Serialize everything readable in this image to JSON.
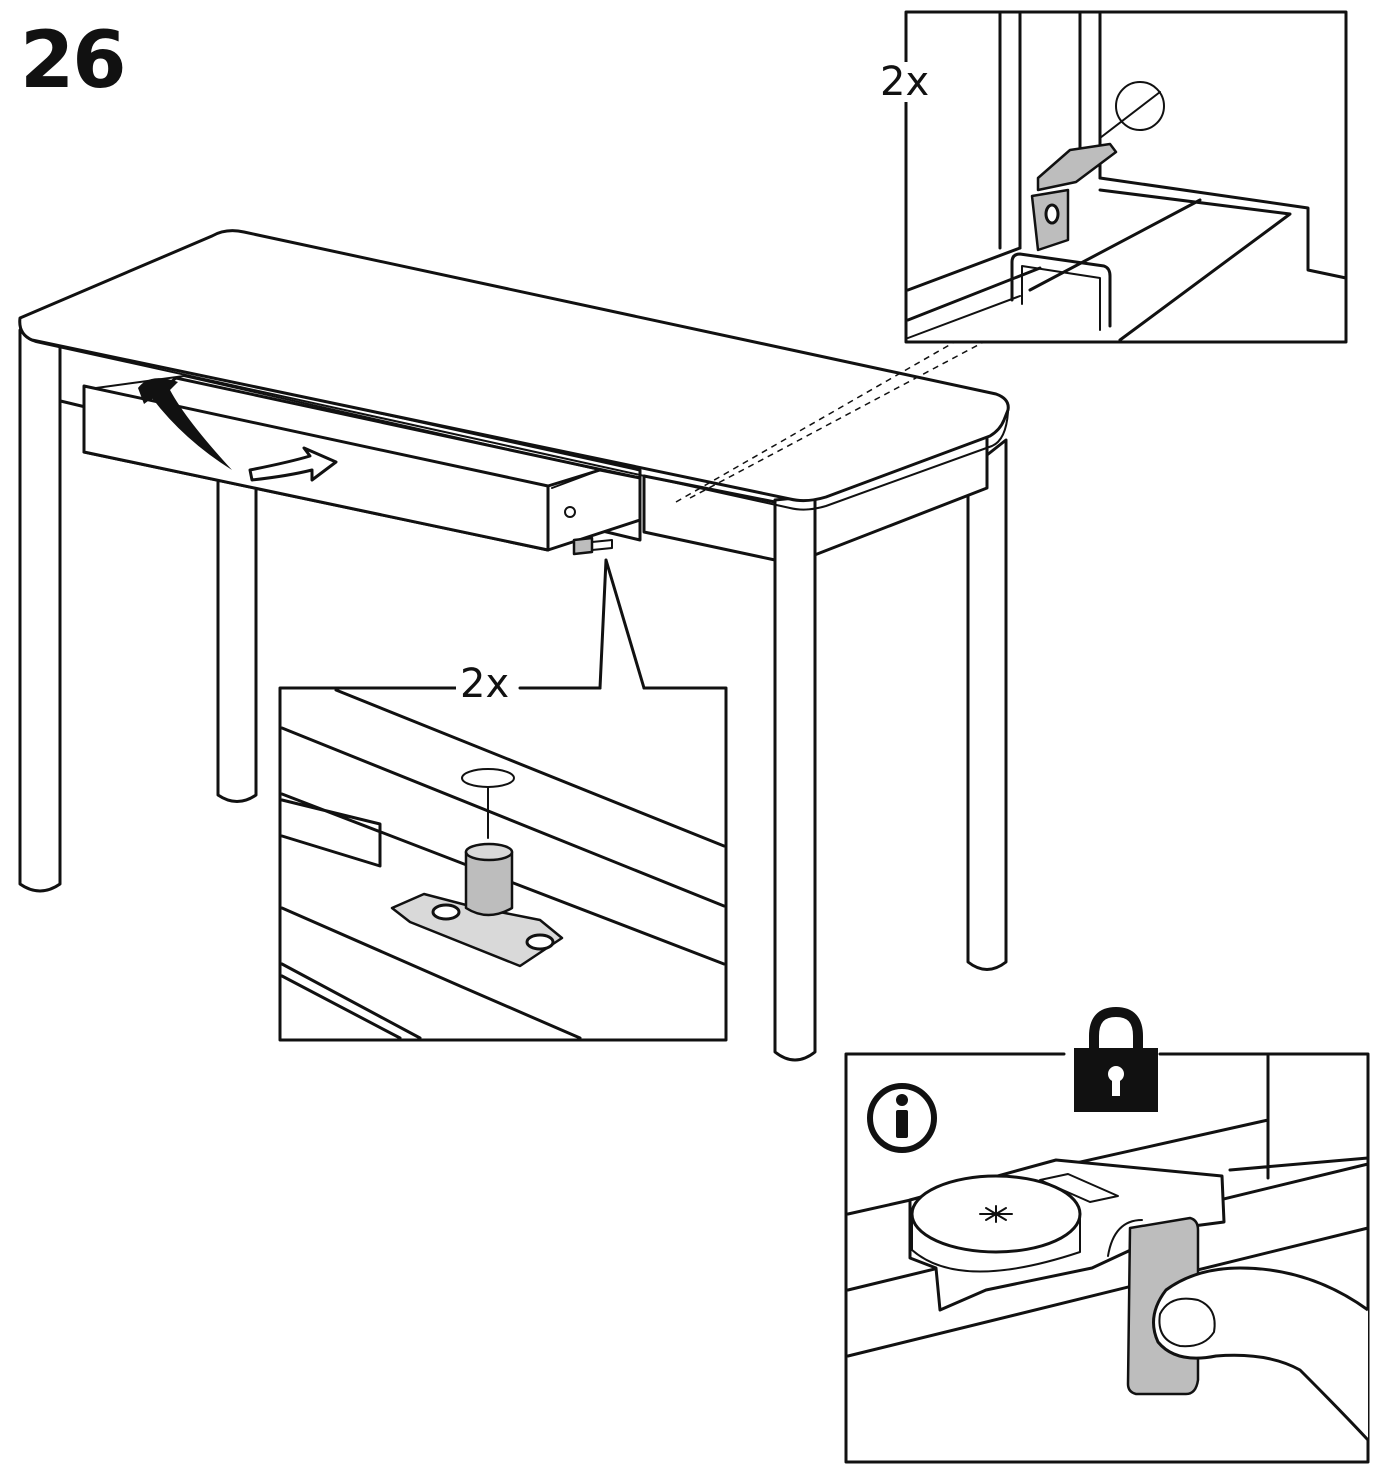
{
  "step": {
    "number": "26"
  },
  "callouts": {
    "top_right_quantity": "2x",
    "middle_quantity": "2x"
  },
  "info_panel": {
    "info_icon": "info-icon",
    "lock_icon": "padlock-icon"
  },
  "colors": {
    "line": "#111111",
    "part_fill": "#bdbdbd",
    "background": "#ffffff"
  }
}
